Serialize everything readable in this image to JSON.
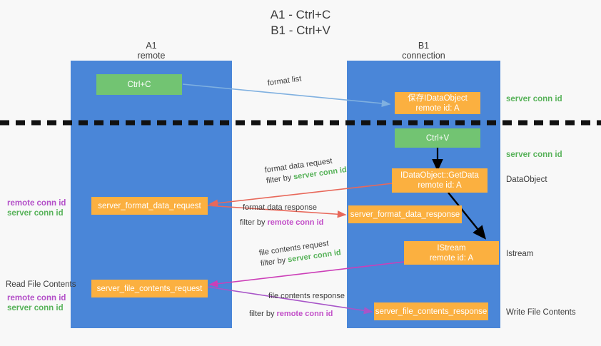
{
  "title": {
    "line1": "A1 - Ctrl+C",
    "line2": "B1 - Ctrl+V"
  },
  "lanes": [
    {
      "name": "A1",
      "sub": "remote"
    },
    {
      "name": "B1",
      "sub": "connection"
    }
  ],
  "colors": {
    "lane": "#4a86d8",
    "orange_node": "#fbb040",
    "green_node": "#72c472",
    "server_conn": "#57b259",
    "remote_conn": "#b34fc8",
    "divider": "#111111",
    "arrow_blue": "#7fb0e0",
    "arrow_red": "#e8685a",
    "arrow_magenta": "#cc3fb8",
    "arrow_purple": "#a855c8",
    "arrow_black": "#000000"
  },
  "nodes": {
    "ctrl_c": {
      "label": "Ctrl+C"
    },
    "ctrl_v": {
      "label": "Ctrl+V"
    },
    "save_dataobject": {
      "line1": "保存IDataObject",
      "line2": "remote id: A"
    },
    "getdata": {
      "line1": "IDataObject::GetData",
      "line2": "remote id: A"
    },
    "istream": {
      "line1": "IStream",
      "line2": "remote id: A"
    },
    "server_format_data_request": {
      "label": "server_format_data_request"
    },
    "server_format_data_response": {
      "label": "server_format_data_response"
    },
    "server_file_contents_request": {
      "label": "server_file_contents_request"
    },
    "server_file_contents_response": {
      "label": "server_file_contents_response"
    }
  },
  "side_labels": {
    "server_conn_id_top": "server conn id",
    "server_conn_id_mid": "server conn id",
    "dataobject": "DataObject",
    "istream": "Istream",
    "write_file_contents": "Write File Contents",
    "read_file_contents": "Read File Contents",
    "remote_conn_id": "remote conn id",
    "server_conn_id": "server conn id"
  },
  "edge_labels": {
    "format_list": "format list",
    "format_data_request": {
      "line1": "format data request",
      "filter_prefix": "filter by ",
      "filter_target": "server conn id"
    },
    "format_data_response": {
      "line1": "format data response",
      "filter_prefix": "filter by ",
      "filter_target": "remote conn id"
    },
    "file_contents_request": {
      "line1": "file contents request",
      "filter_prefix": "filter by ",
      "filter_target": "server conn id"
    },
    "file_contents_response": {
      "line1": "file contents response",
      "filter_prefix": "filter by ",
      "filter_target": "remote conn id"
    }
  }
}
